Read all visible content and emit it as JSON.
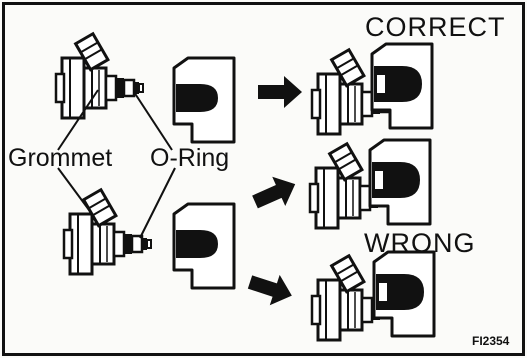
{
  "figure": {
    "labels": {
      "correct": "CORRECT",
      "wrong": "WRONG",
      "grommet": "Grommet",
      "o_ring": "O-Ring",
      "figure_code": "FI2354"
    },
    "colors": {
      "ink": "#111111",
      "paper": "#fbfbf9"
    },
    "icons": {
      "arrow": "right-arrow-icon",
      "injector": "fuel-injector-icon",
      "delivery_pipe": "delivery-pipe-icon"
    }
  }
}
